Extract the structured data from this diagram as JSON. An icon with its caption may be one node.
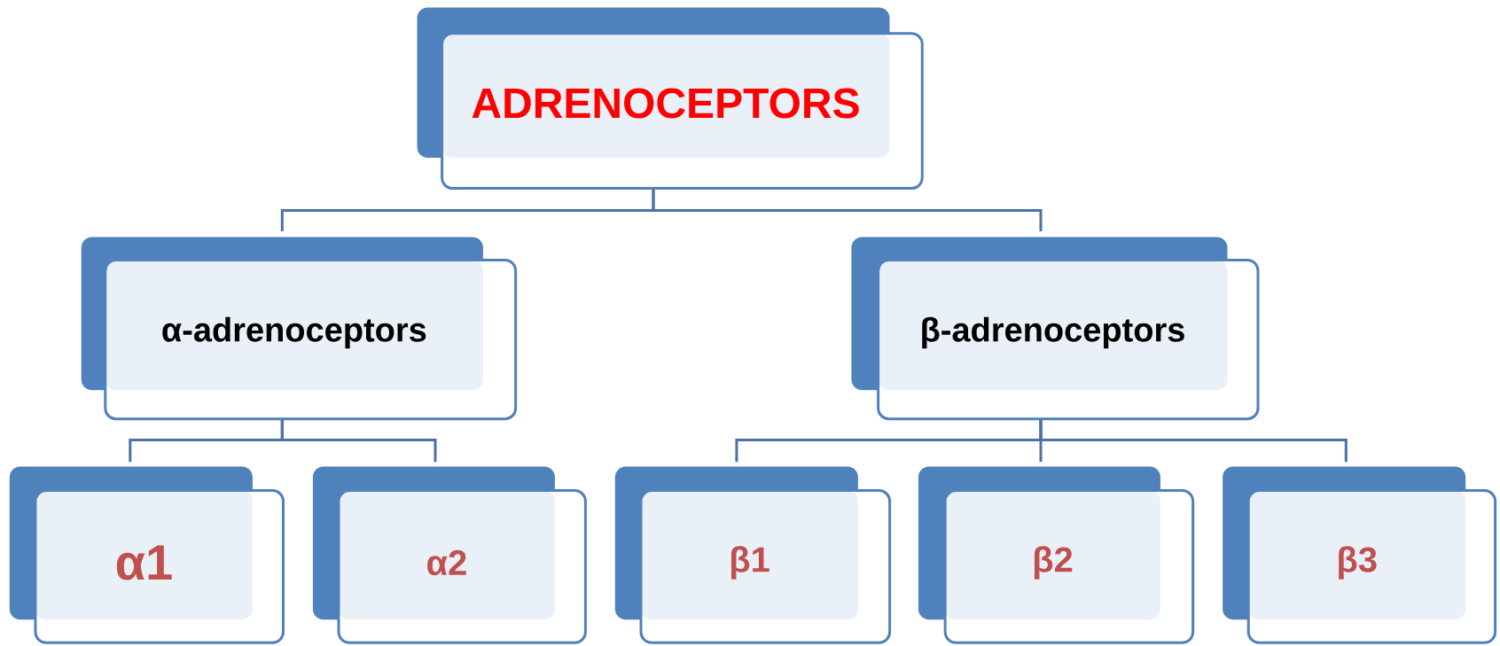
{
  "diagram": {
    "nodes": [
      {
        "text": [
          "ADRENOCEPTORS"
        ]
      },
      {
        "text": [
          "α-adrenoceptors"
        ]
      },
      {
        "text": [
          "β-adrenoceptors"
        ]
      },
      {
        "text": [
          "α1"
        ]
      },
      {
        "text": [
          "α2"
        ]
      },
      {
        "text": [
          "β1"
        ]
      },
      {
        "text": [
          "β2"
        ]
      },
      {
        "text": [
          "β3"
        ]
      }
    ],
    "edges": [
      {
        "from": 0,
        "to": 1,
        "arrow": "none"
      },
      {
        "from": 0,
        "to": 2,
        "arrow": "none"
      },
      {
        "from": 1,
        "to": 3,
        "arrow": "none"
      },
      {
        "from": 1,
        "to": 4,
        "arrow": "none"
      },
      {
        "from": 2,
        "to": 5,
        "arrow": "none"
      },
      {
        "from": 2,
        "to": 6,
        "arrow": "none"
      },
      {
        "from": 2,
        "to": 7,
        "arrow": "none"
      }
    ]
  }
}
